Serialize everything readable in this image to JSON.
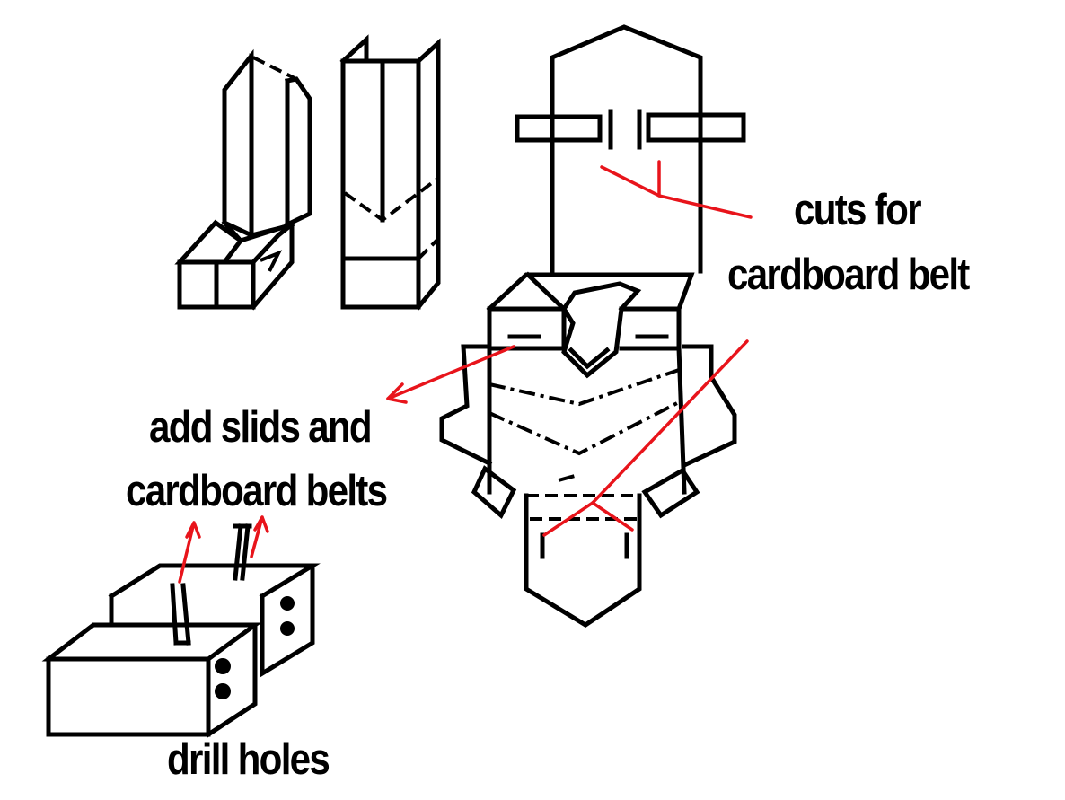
{
  "labels": {
    "cuts_line1": "cuts for",
    "cuts_line2": "cardboard belt",
    "slids_line1": "add slids and",
    "slids_line2": "cardboard belts",
    "drill": "drill holes"
  },
  "colors": {
    "ink": "#000000",
    "annotation": "#e8141b",
    "background": "#ffffff"
  }
}
